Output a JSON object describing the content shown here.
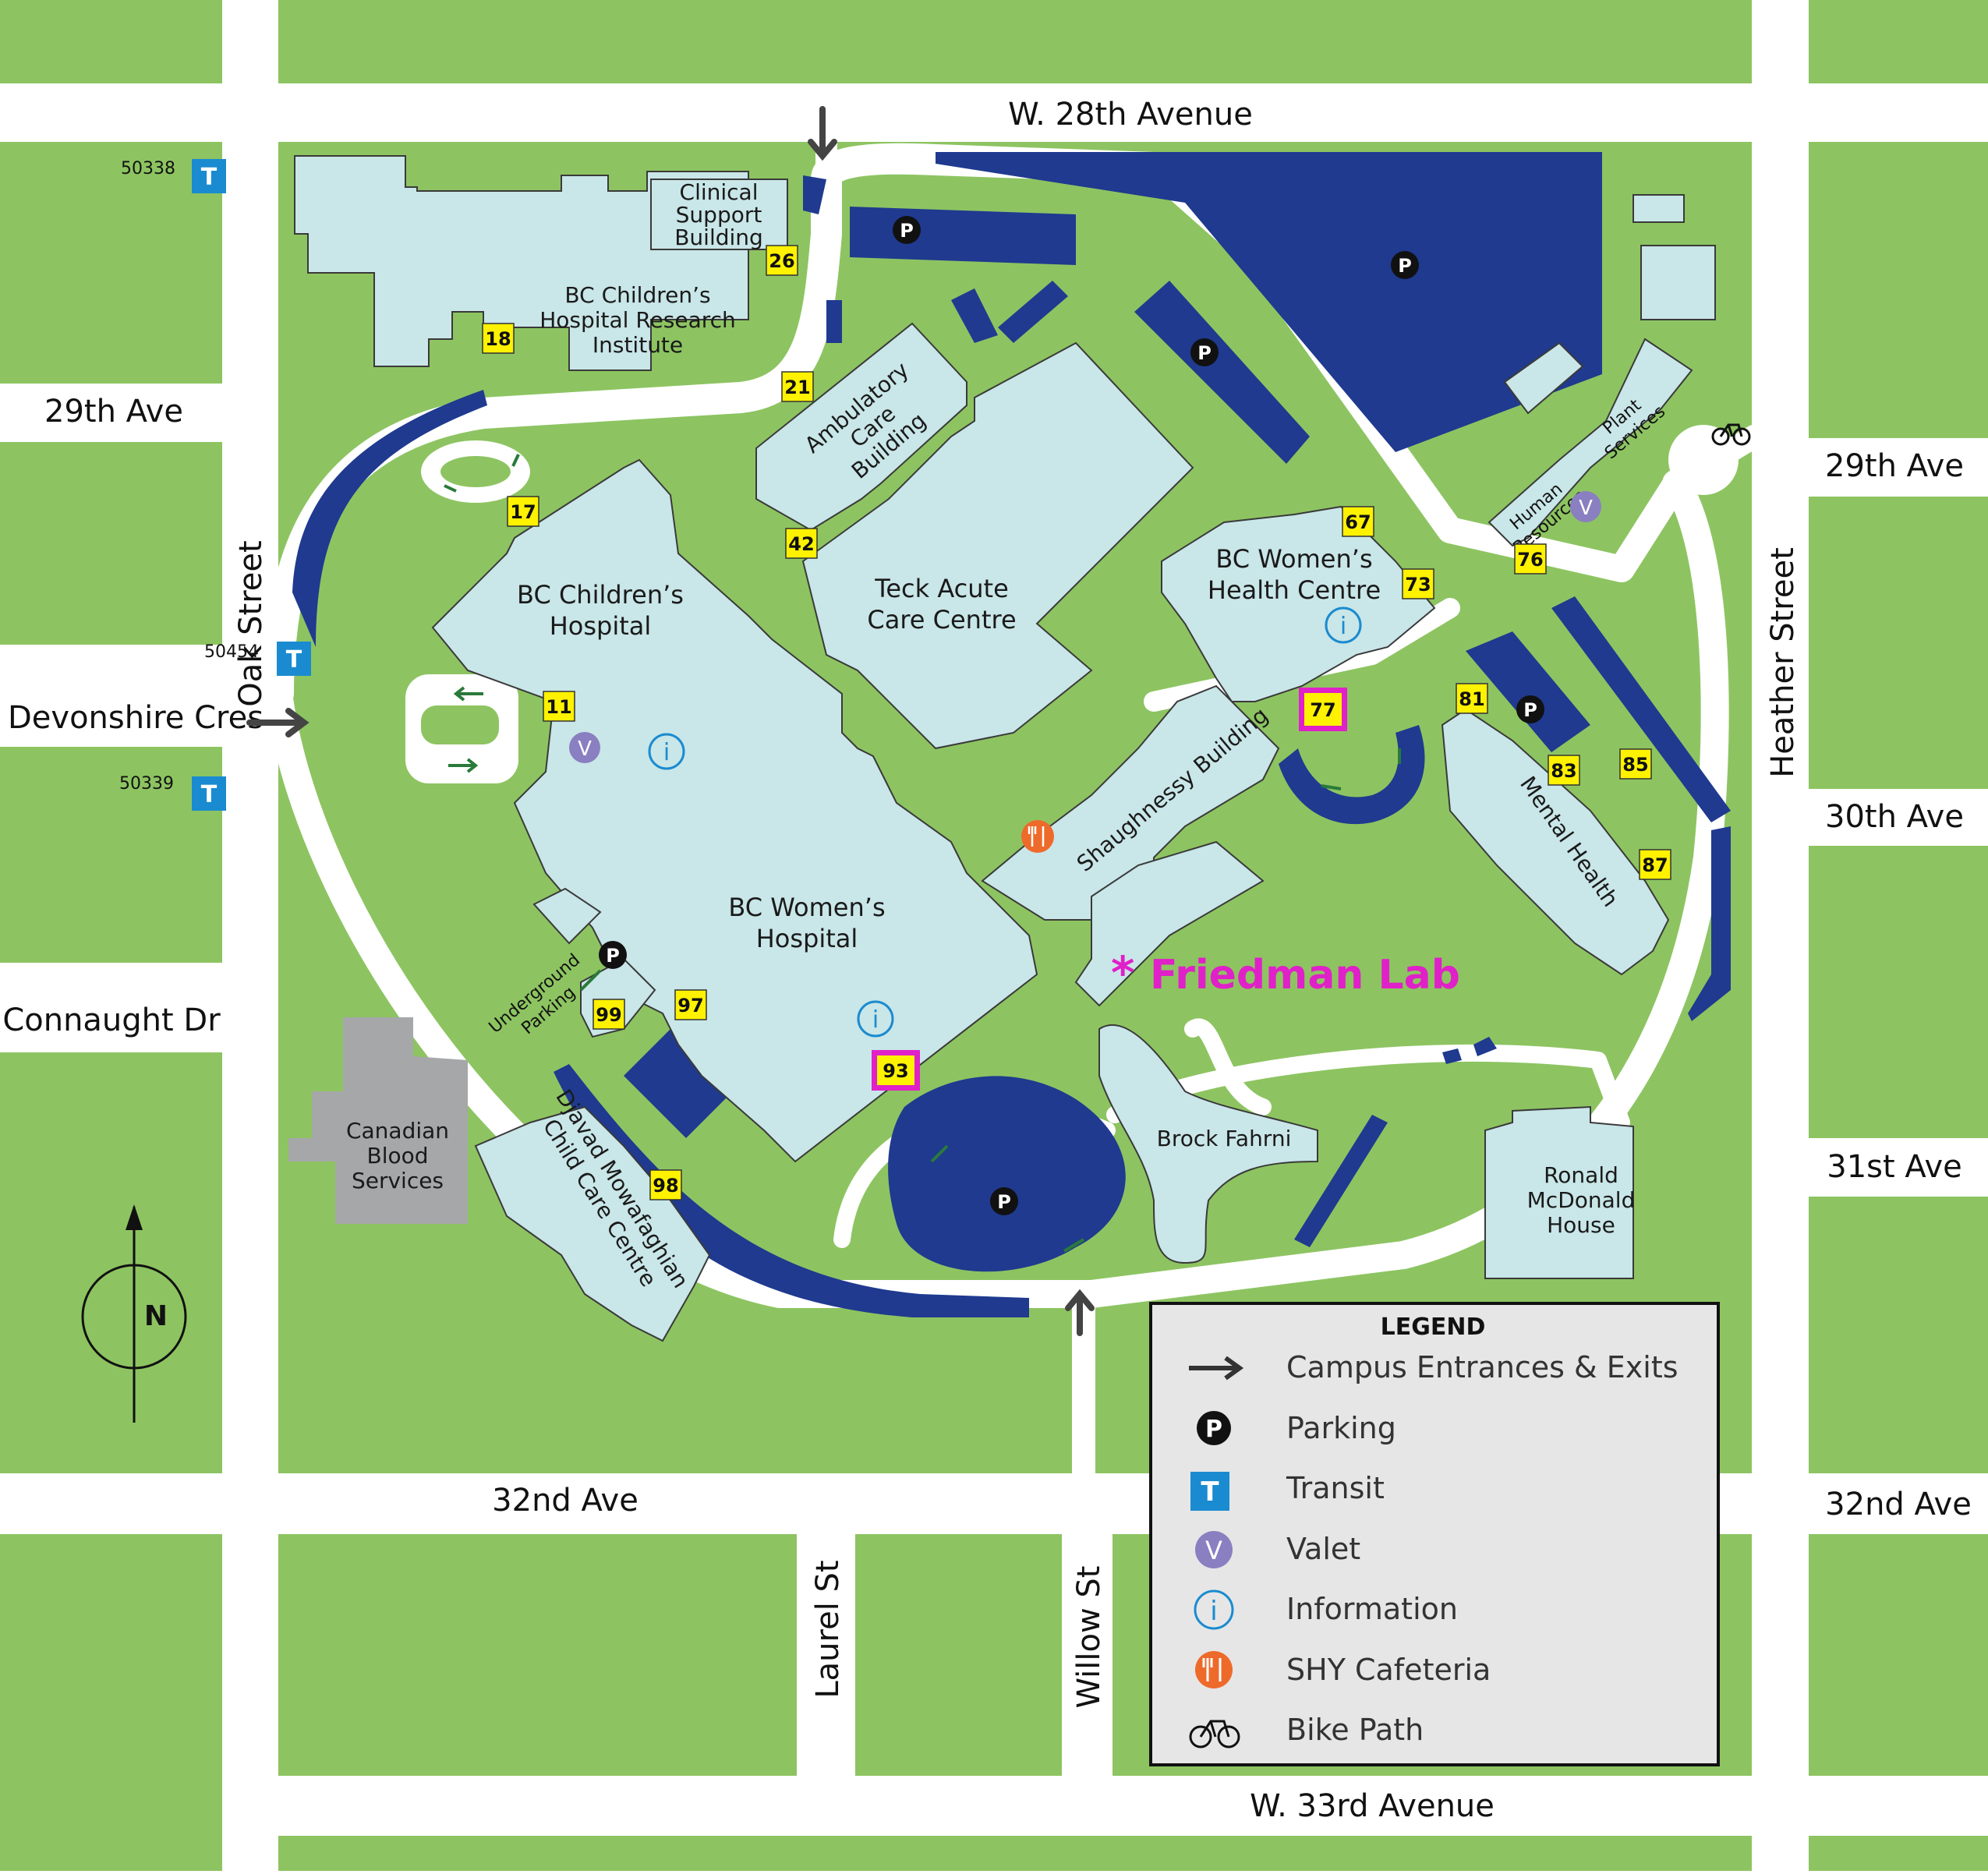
{
  "streets": {
    "top": "W. 28th Avenue",
    "bottom": "W. 33rd Avenue",
    "left_vertical": "Oak Street",
    "right_vertical": "Heather Street",
    "left": [
      "29th Ave",
      "Devonshire Cres",
      "Connaught Dr"
    ],
    "right": [
      "29th Ave",
      "30th Ave",
      "31st Ave",
      "32nd Ave"
    ],
    "bottom_left": "32nd Ave",
    "laurel": "Laurel St",
    "willow": "Willow St"
  },
  "transit_stops": [
    "50338",
    "50454",
    "50339"
  ],
  "buildings": {
    "clinical_support": [
      "Clinical",
      "Support",
      "Building"
    ],
    "research_institute": [
      "BC Children’s",
      "Hospital Research",
      "Institute"
    ],
    "ambulatory": [
      "Ambulatory",
      "Care",
      "Building"
    ],
    "teck": [
      "Teck Acute",
      "Care Centre"
    ],
    "childrens": [
      "BC Children’s",
      "Hospital"
    ],
    "womens_hospital": [
      "BC Women’s",
      "Hospital"
    ],
    "womens_health": [
      "BC Women’s",
      "Health Centre"
    ],
    "shaughnessy": "Shaughnessy Building",
    "mental_health": "Mental Health",
    "human_resources": [
      "Human",
      "Resources"
    ],
    "plant_services": [
      "Plant",
      "Services"
    ],
    "brock_fahrni": "Brock Fahrni",
    "ronald_mcdonald": [
      "Ronald",
      "McDonald",
      "House"
    ],
    "canadian_blood": [
      "Canadian",
      "Blood",
      "Services"
    ],
    "djavad": [
      "Djavad Mowafaghian",
      "Child Care Centre"
    ],
    "underground": [
      "Underground",
      "Parking"
    ]
  },
  "entrance_numbers": [
    "26",
    "18",
    "21",
    "42",
    "17",
    "11",
    "97",
    "99",
    "93",
    "98",
    "67",
    "73",
    "77",
    "76",
    "81",
    "83",
    "85",
    "87"
  ],
  "highlighted_entrances": [
    "77",
    "93"
  ],
  "friedman_label": "Friedman Lab",
  "compass_label": "N",
  "symbols": {
    "parking": "P",
    "transit": "T",
    "valet": "V",
    "info": "i"
  },
  "legend": {
    "title": "LEGEND",
    "items": [
      "Campus Entrances & Exits",
      "Parking",
      "Transit",
      "Valet",
      "Information",
      "SHY Cafeteria",
      "Bike Path"
    ]
  },
  "colors": {
    "green": "#8dc461",
    "parking_blue": "#1f3a8f",
    "building": "#c9e6e8",
    "transit_blue": "#1a8bd0",
    "valet_purple": "#8a7fc0",
    "cafeteria_orange": "#ee6a2a",
    "highlight_magenta": "#e020c8",
    "number_yellow": "#fff200"
  }
}
